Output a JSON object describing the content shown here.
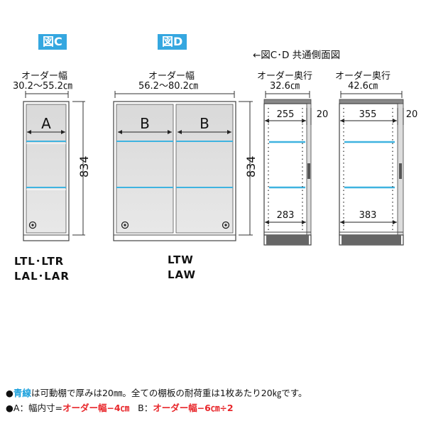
{
  "figures": {
    "c_tag": "図C",
    "d_tag": "図D",
    "side_title": "←図C･D 共通側面図"
  },
  "fig_c": {
    "width_label": "オーダー幅",
    "width_range": "30.2～55.2㎝",
    "height": "834",
    "panel": "A",
    "model_1": "LTL･LTR",
    "model_2": "LAL･LAR"
  },
  "fig_d": {
    "width_label": "オーダー幅",
    "width_range": "56.2～80.2㎝",
    "height": "834",
    "panel_left": "B",
    "panel_right": "B",
    "model_1": "LTW",
    "model_2": "LAW"
  },
  "side_a": {
    "depth_label": "オーダー奥行",
    "depth": "32.6㎝",
    "shelf_top": "255",
    "back": "20",
    "shelf_bottom": "283"
  },
  "side_b": {
    "depth_label": "オーダー奥行",
    "depth": "42.6㎝",
    "shelf_top": "355",
    "back": "20",
    "shelf_bottom": "383"
  },
  "notes": {
    "line1_blue": "青線",
    "line1_rest": "は可動棚で厚みは20㎜。全ての棚板の耐荷重は1枚あたり20㎏です。",
    "line2_a": "A：幅内寸=",
    "line2_a_red": "オーダー幅−4㎝",
    "line2_b": "B：",
    "line2_b_red": "オーダー幅−6㎝÷2"
  },
  "colors": {
    "accent": "#35a7e0",
    "shelf": "#3fb3e0",
    "red": "#e8262a"
  }
}
